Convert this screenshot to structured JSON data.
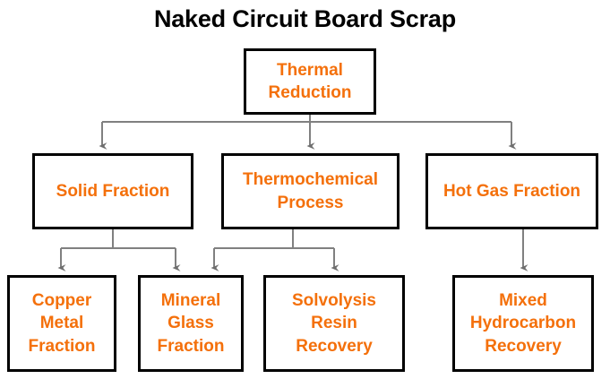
{
  "diagram": {
    "title": "Naked Circuit Board Scrap",
    "colors": {
      "node_text": "#f4700b",
      "node_border": "#000000",
      "node_fill": "#ffffff",
      "title_text": "#000000",
      "connector": "#808080",
      "background": "#ffffff"
    },
    "nodes": [
      {
        "id": "thermal-reduction",
        "label": "Thermal\nReduction",
        "level": 0
      },
      {
        "id": "solid-fraction",
        "label": "Solid Fraction",
        "level": 1
      },
      {
        "id": "thermochemical-process",
        "label": "Thermochemical\nProcess",
        "level": 1
      },
      {
        "id": "hot-gas-fraction",
        "label": "Hot Gas Fraction",
        "level": 1
      },
      {
        "id": "copper-metal-fraction",
        "label": "Copper\nMetal\nFraction",
        "level": 2
      },
      {
        "id": "mineral-glass-fraction",
        "label": "Mineral\nGlass\nFraction",
        "level": 2
      },
      {
        "id": "solvolysis-resin-recovery",
        "label": "Solvolysis\nResin\nRecovery",
        "level": 2
      },
      {
        "id": "mixed-hydrocarbon-recovery",
        "label": "Mixed\nHydrocarbon\nRecovery",
        "level": 2
      }
    ],
    "edges": [
      {
        "from": "thermal-reduction",
        "to": "solid-fraction"
      },
      {
        "from": "thermal-reduction",
        "to": "thermochemical-process"
      },
      {
        "from": "thermal-reduction",
        "to": "hot-gas-fraction"
      },
      {
        "from": "solid-fraction",
        "to": "copper-metal-fraction"
      },
      {
        "from": "solid-fraction",
        "to": "mineral-glass-fraction"
      },
      {
        "from": "thermochemical-process",
        "to": "mineral-glass-fraction"
      },
      {
        "from": "thermochemical-process",
        "to": "solvolysis-resin-recovery"
      },
      {
        "from": "hot-gas-fraction",
        "to": "mixed-hydrocarbon-recovery"
      }
    ]
  }
}
